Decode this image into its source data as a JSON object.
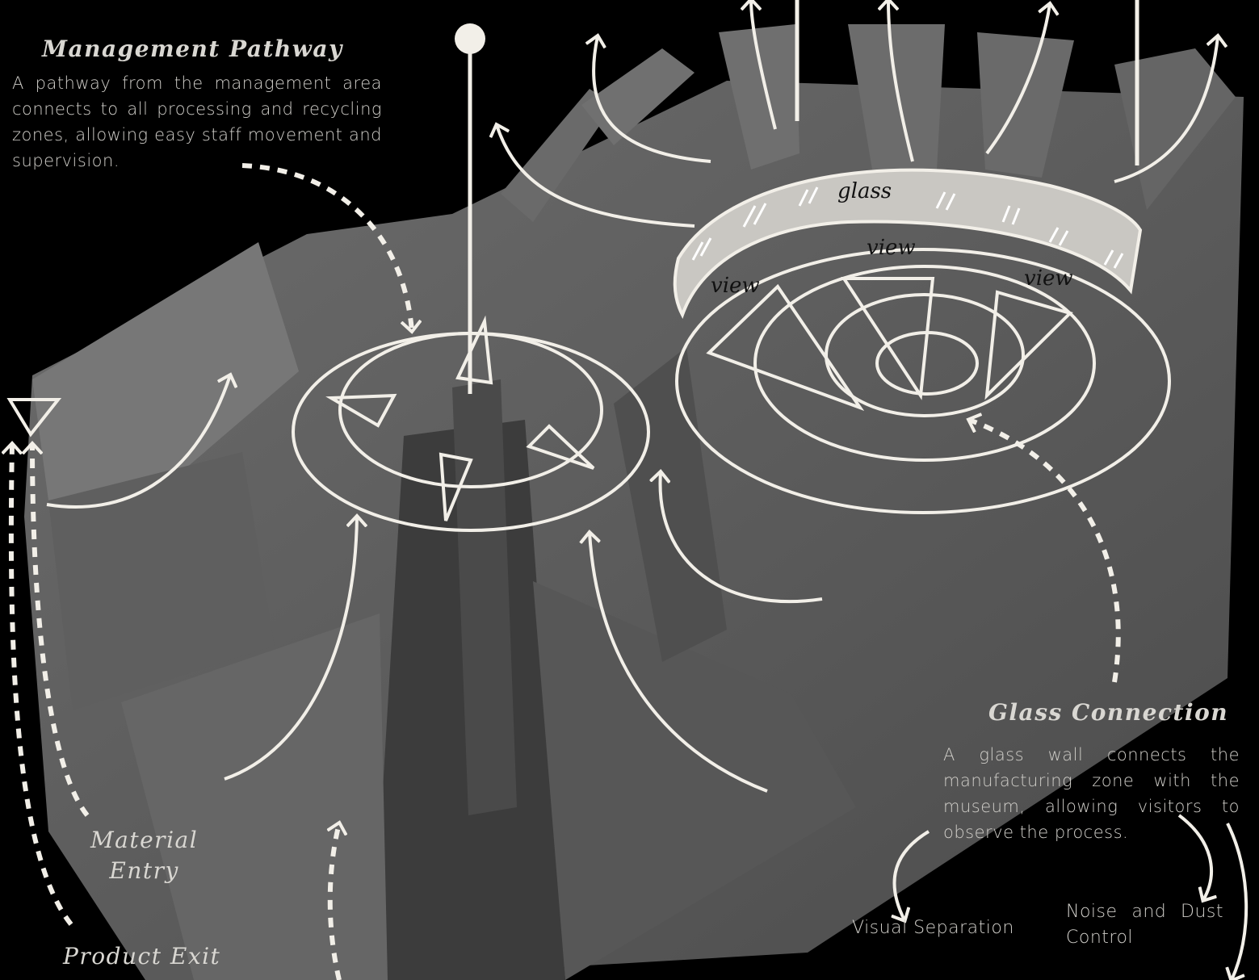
{
  "management": {
    "title": "Management Pathway",
    "text": "A pathway from the management area connects to all processing and recycling zones, allowing easy staff movement and supervision."
  },
  "glass_connection": {
    "title": "Glass Connection",
    "text": "A glass wall connects the manufacturing zone with the museum, allowing visitors to observe the process."
  },
  "labels": {
    "material_entry": "Material\nEntry",
    "product_exit": "Product Exit",
    "visual_separation": "Visual Separation",
    "noise_dust": "Noise and Dust Control",
    "glass": "glass",
    "view_1": "view",
    "view_2": "view",
    "view_3": "view"
  },
  "colors": {
    "background": "#000000",
    "model_gray": "#5a5a5a",
    "annotation": "#f2efe8"
  }
}
